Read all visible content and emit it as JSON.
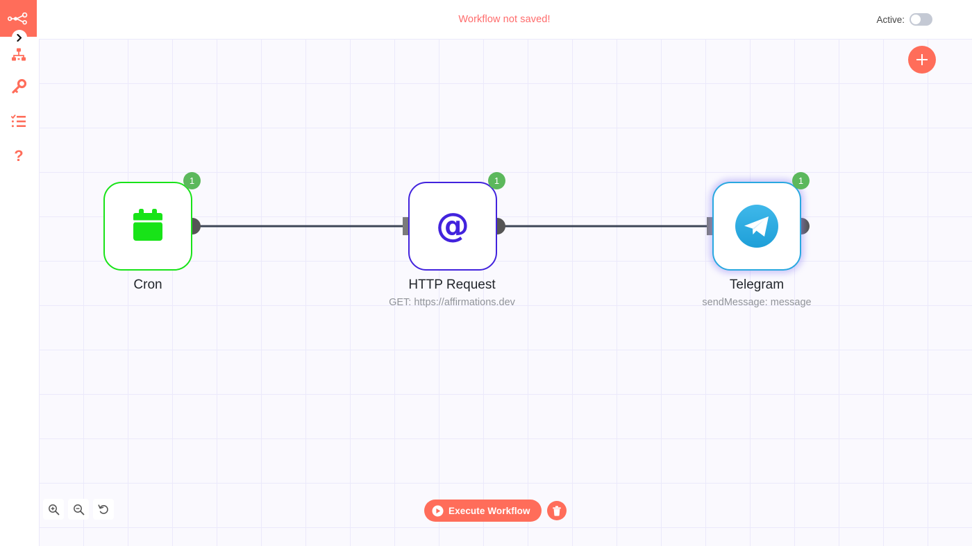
{
  "app": {
    "name": "n8n",
    "accent_color": "#ff6d5a",
    "canvas_bg": "#faf9fe",
    "grid_line_color": "#ebe9fb"
  },
  "sidebar": {
    "logo_icon": "n8n-node-graph-logo",
    "expand_icon": "chevron-right-icon",
    "items": [
      {
        "name": "workflows",
        "icon": "sitemap-icon",
        "label": "Workflows"
      },
      {
        "name": "credentials",
        "icon": "key-icon",
        "label": "Credentials"
      },
      {
        "name": "executions",
        "icon": "tasks-list-icon",
        "label": "Executions"
      },
      {
        "name": "help",
        "icon": "question-mark-icon",
        "label": "Help"
      }
    ]
  },
  "header": {
    "warning_text": "Workflow not saved!",
    "warning_color": "#ff6b6b",
    "active_label": "Active:",
    "active_state": "off"
  },
  "canvas": {
    "add_node_button": {
      "icon": "plus-icon",
      "label": "Add node"
    },
    "nodes": [
      {
        "name": "cron",
        "title": "Cron",
        "subtitle": "",
        "badge": "1",
        "icon": "calendar-icon",
        "border_color": "#18e318",
        "icon_color": "#18e318",
        "has_input": false,
        "has_output": true
      },
      {
        "name": "http-request",
        "title": "HTTP Request",
        "subtitle": "GET: https://affirmations.dev",
        "badge": "1",
        "icon": "at-sign-icon",
        "border_color": "#4223dd",
        "icon_color": "#4223dd",
        "has_input": true,
        "has_output": true
      },
      {
        "name": "telegram",
        "title": "Telegram",
        "subtitle": "sendMessage: message",
        "badge": "1",
        "icon": "telegram-paper-plane-icon",
        "border_color": "#29a8e0",
        "icon_color": "#29a8e0",
        "has_input": true,
        "has_output": true
      }
    ],
    "connections": [
      {
        "from": "cron",
        "to": "http-request"
      },
      {
        "from": "http-request",
        "to": "telegram"
      }
    ]
  },
  "zoom_controls": [
    {
      "name": "zoom-in",
      "icon": "magnifier-plus-icon",
      "label": "Zoom in"
    },
    {
      "name": "zoom-out",
      "icon": "magnifier-minus-icon",
      "label": "Zoom out"
    },
    {
      "name": "reset-zoom",
      "icon": "undo-arrow-icon",
      "label": "Reset zoom"
    }
  ],
  "run_controls": {
    "execute_label": "Execute Workflow",
    "execute_icon": "play-circle-icon",
    "delete_icon": "trash-icon",
    "delete_label": "Delete"
  }
}
